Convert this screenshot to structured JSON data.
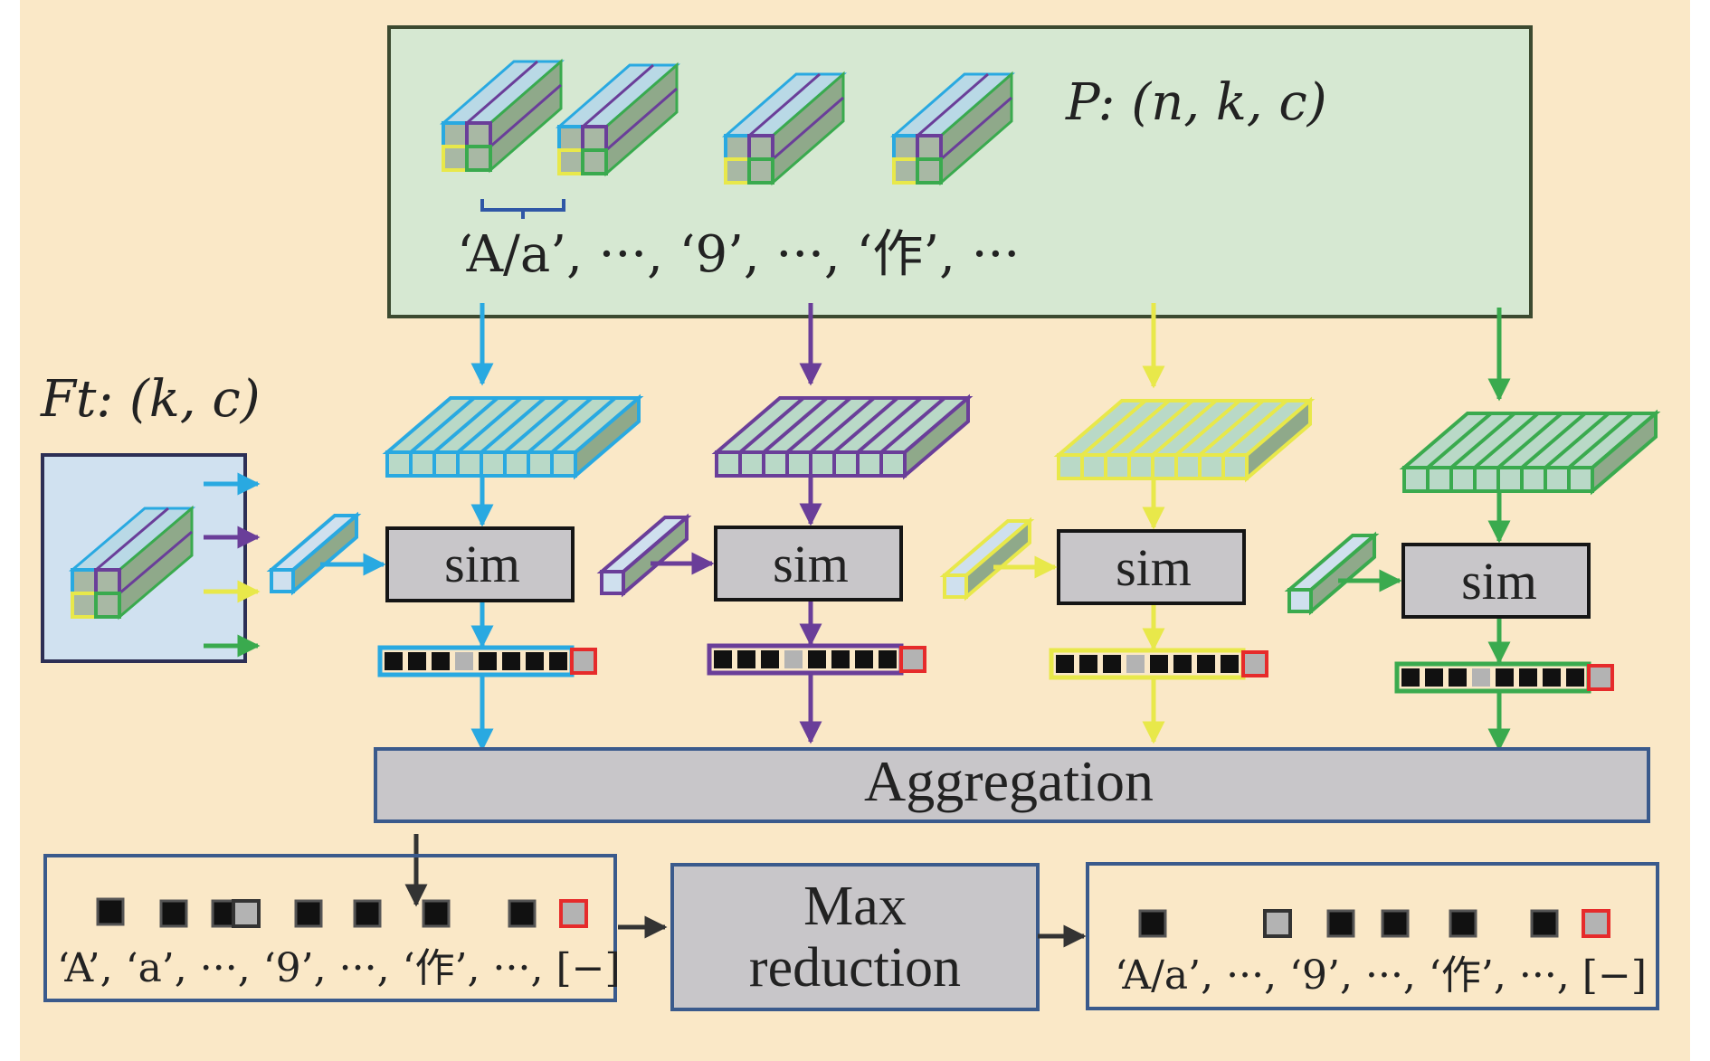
{
  "colors": {
    "background": "#fae8c7",
    "prototype_panel": "#d6e8d2",
    "prototype_border": "#3c4a30",
    "feature_panel": "#d0e1f0",
    "feature_border": "#2d2f55",
    "box_fill": "#c8c6c9",
    "box_border": "#151515",
    "agg_border": "#3a5a8c",
    "blue": "#29a9e1",
    "purple": "#6a3e99",
    "yellow": "#e8e84a",
    "green": "#3aaa4e",
    "red": "#e62b2b",
    "dark": "#222222",
    "gray_cell": "#b3b3b3"
  },
  "prototype": {
    "label": "P: (n, k, c)",
    "chars_line": "‘A/a’, ···, ‘9’, ···, ‘作’, ···"
  },
  "feature": {
    "label": "Ft: (k, c)"
  },
  "sim_label": "sim",
  "aggregation_label": "Aggregation",
  "max_reduction": {
    "line1": "Max",
    "line2": "reduction"
  },
  "left_output": {
    "chars_line": "‘A’, ‘a’, ···, ‘9’, ···, ‘作’, ···, [−]"
  },
  "right_output": {
    "chars_line": "‘A/a’, ···, ‘9’, ···, ‘作’, ···, [−]"
  },
  "branches": [
    {
      "color_name": "blue"
    },
    {
      "color_name": "purple"
    },
    {
      "color_name": "yellow"
    },
    {
      "color_name": "green"
    }
  ]
}
